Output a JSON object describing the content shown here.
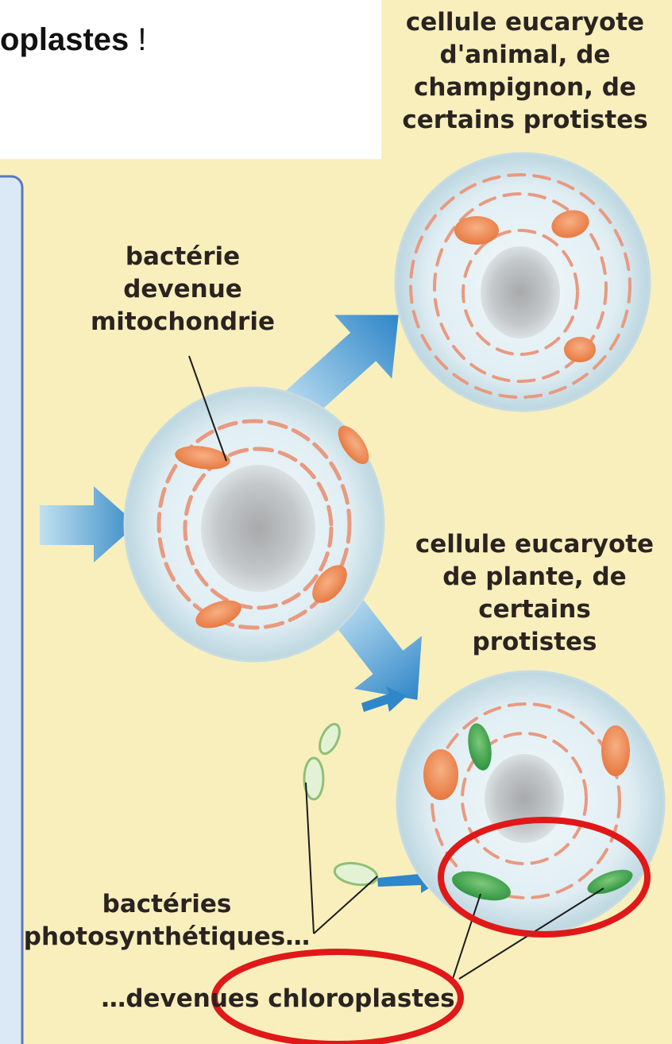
{
  "heading": {
    "text": "oplastes",
    "suffix": "!"
  },
  "labels": {
    "animal_cell": [
      "cellule eucaryote",
      "d'animal, de",
      "champignon, de",
      "certains protistes"
    ],
    "mitochondria": [
      "bactérie",
      "devenue",
      "mitochondrie"
    ],
    "plant_cell": [
      "cellule eucaryote",
      "de plante, de",
      "certains",
      "protistes"
    ],
    "photosynthetic": [
      "bactéries",
      "photosynthétiques…"
    ],
    "chloroplasts": "…devenues chloroplastes"
  },
  "colors": {
    "background": "#f8efbd",
    "panel_border": "#5b78b8",
    "highlight": "#e01818",
    "arrow": "#2f86c8",
    "cell": "#dfeef3",
    "mitochondria": "#ef8f5a",
    "chloroplast": "#3aa24a"
  }
}
